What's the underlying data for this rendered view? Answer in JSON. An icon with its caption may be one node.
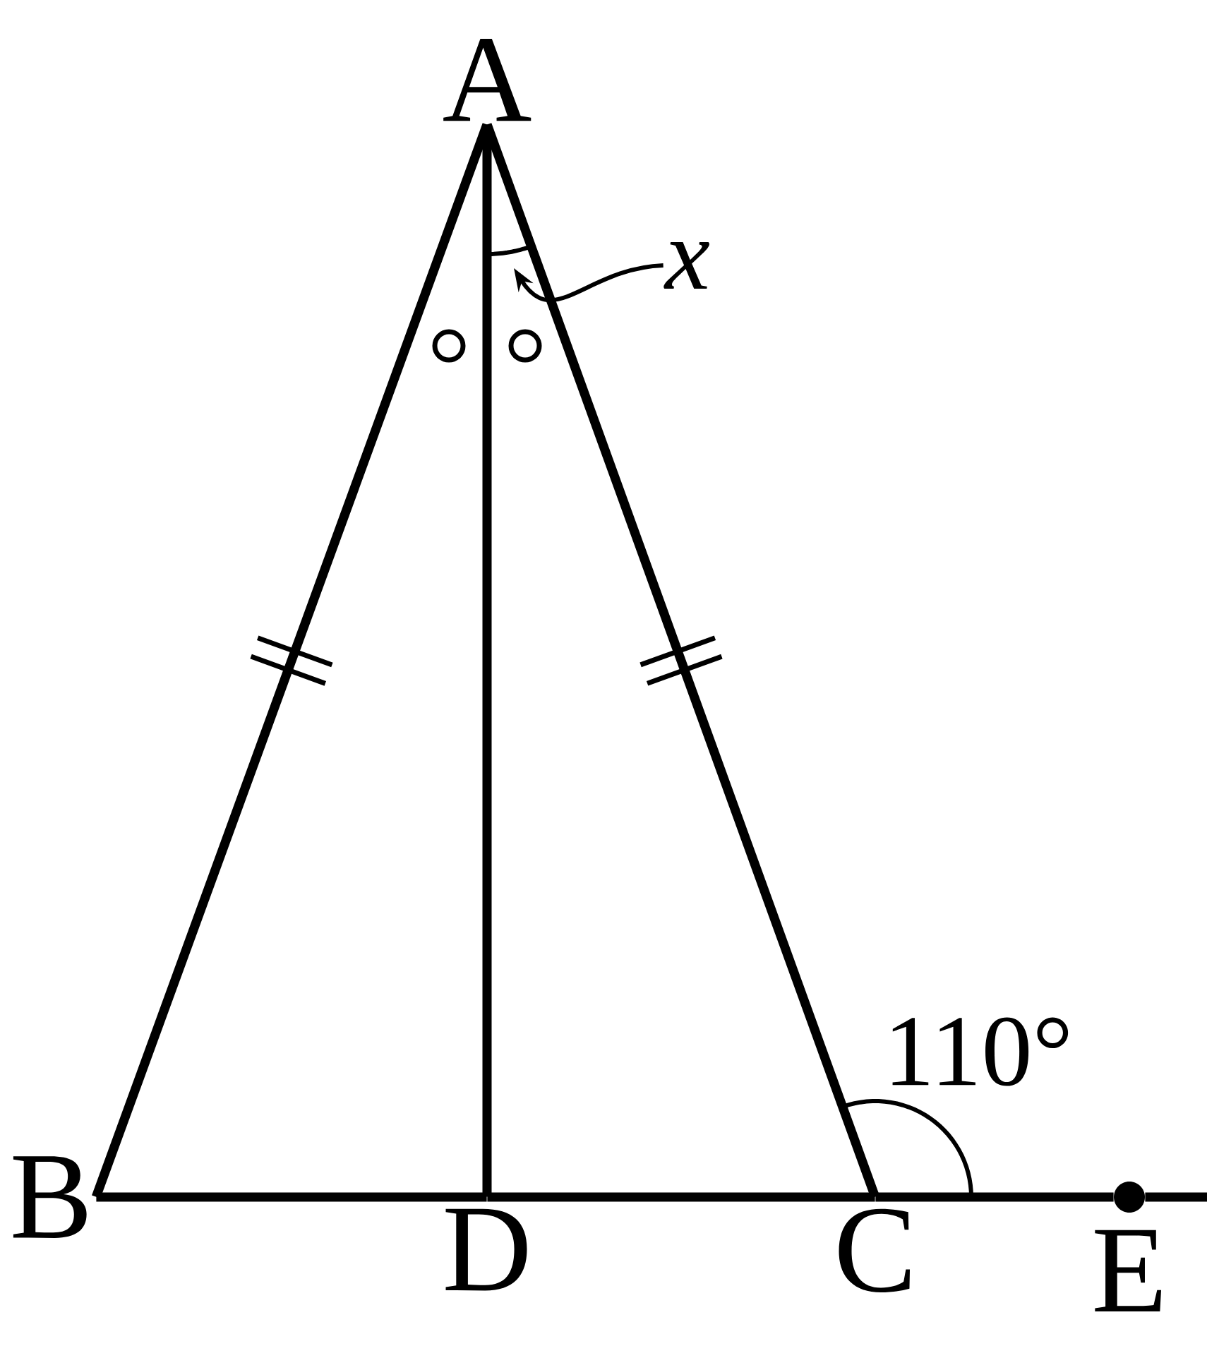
{
  "diagram": {
    "nodes": [
      {
        "text": [
          "A"
        ]
      },
      {
        "text": [
          "x"
        ]
      },
      {
        "text": [
          "B"
        ]
      },
      {
        "text": [
          "D"
        ]
      },
      {
        "text": [
          "C"
        ]
      },
      {
        "text": [
          "E"
        ]
      }
    ],
    "edges": [
      {
        "from": 0,
        "to": 2,
        "arrow": "none"
      },
      {
        "from": 0,
        "to": 4,
        "arrow": "none"
      },
      {
        "from": 0,
        "to": 3,
        "arrow": "none"
      },
      {
        "from": 2,
        "to": 3,
        "arrow": "none"
      },
      {
        "from": 3,
        "to": 4,
        "arrow": "none"
      },
      {
        "from": 4,
        "to": 5,
        "arrow": "none"
      },
      {
        "from": 1,
        "to": null,
        "arrow": "to"
      }
    ],
    "labels": [
      "110°"
    ]
  }
}
